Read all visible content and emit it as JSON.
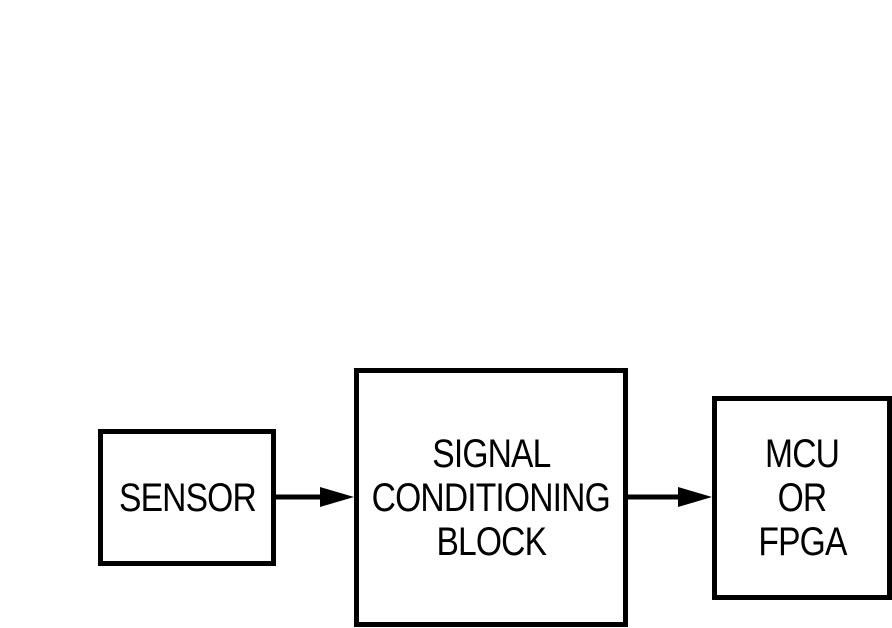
{
  "diagram": {
    "blocks": {
      "sensor": {
        "lines": [
          "SENSOR"
        ]
      },
      "signal_conditioning": {
        "lines": [
          "SIGNAL",
          "CONDITIONING",
          "BLOCK"
        ]
      },
      "processor": {
        "lines": [
          "MCU",
          "OR",
          "FPGA"
        ]
      }
    },
    "connections": [
      {
        "from": "sensor",
        "to": "signal_conditioning"
      },
      {
        "from": "signal_conditioning",
        "to": "processor"
      }
    ],
    "colors": {
      "stroke": "#000000",
      "background": "#ffffff"
    }
  }
}
